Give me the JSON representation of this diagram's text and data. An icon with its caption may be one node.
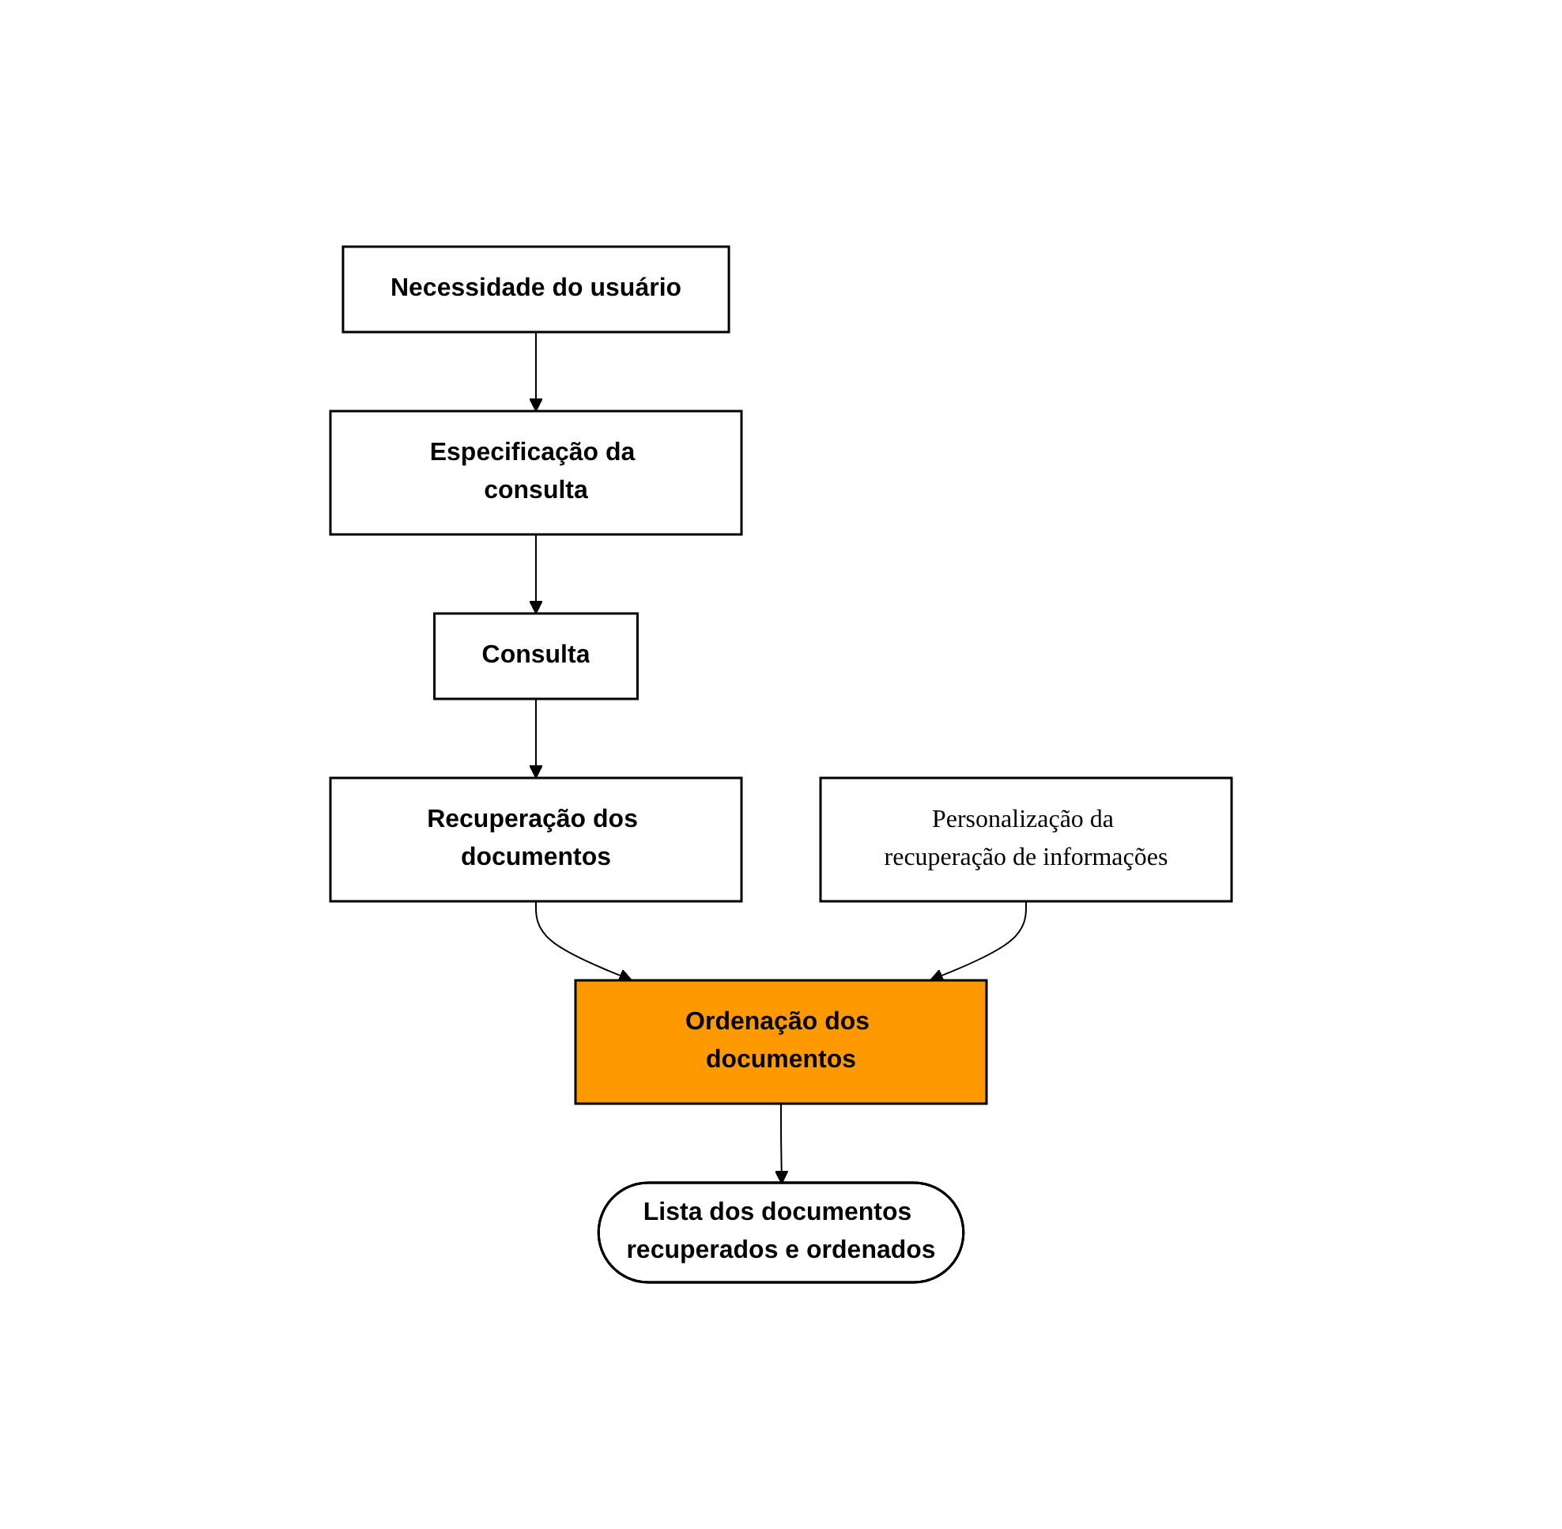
{
  "diagram": {
    "nodes": [
      {
        "text": [
          "Necessidade do usuário"
        ]
      },
      {
        "text": [
          "Especificação da consulta"
        ]
      },
      {
        "text": [
          "Consulta"
        ]
      },
      {
        "text": [
          "Recuperação dos documentos"
        ]
      },
      {
        "text": [
          "Ordenação dos documentos"
        ]
      },
      {
        "text": [
          "Lista dos documentos recuperados e ordenados"
        ]
      },
      {
        "text": [
          "Personalização da recuperação de informações"
        ]
      }
    ],
    "edges": [
      {
        "from": 0,
        "to": 1,
        "arrow": "to"
      },
      {
        "from": 1,
        "to": 2,
        "arrow": "to"
      },
      {
        "from": 2,
        "to": 3,
        "arrow": "to"
      },
      {
        "from": 3,
        "to": 4,
        "arrow": "to"
      },
      {
        "from": 4,
        "to": 5,
        "arrow": "to"
      },
      {
        "from": 6,
        "to": 4,
        "arrow": "to"
      }
    ]
  }
}
